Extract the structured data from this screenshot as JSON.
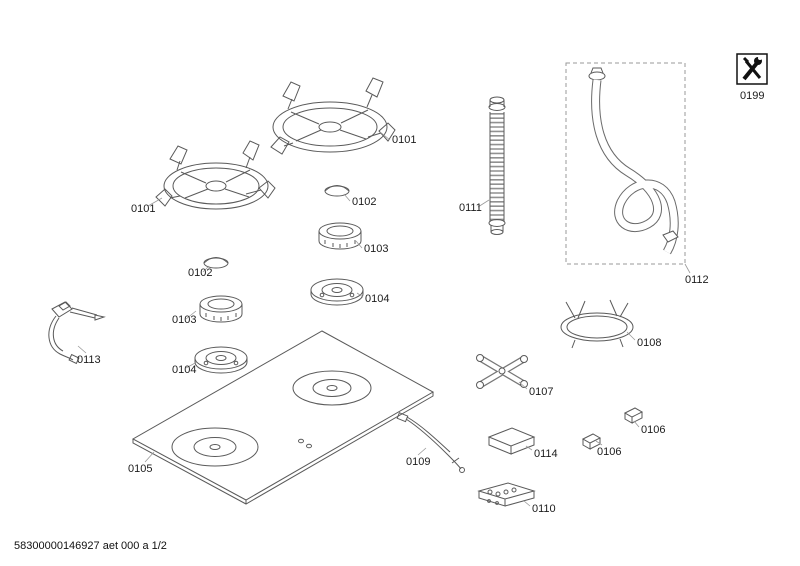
{
  "page": {
    "footer": "58300000146927 aet 000 a 1/2"
  },
  "parts": {
    "trivet_top": "0101",
    "trivet_left": "0101",
    "cap_right": "0102",
    "cap_left": "0102",
    "burner_ring_right": "0103",
    "burner_ring_left": "0103",
    "burner_base_right": "0104",
    "burner_base_left": "0104",
    "cooktop_panel": "0105",
    "clip_right": "0106",
    "clip_lower": "0106",
    "cross_support": "0107",
    "wok_ring": "0108",
    "ignition_wire": "0109",
    "control_module": "0110",
    "gas_hose": "0111",
    "coiled_hose": "0112",
    "igniter": "0113",
    "bracket": "0114",
    "service_icon": "0199"
  }
}
